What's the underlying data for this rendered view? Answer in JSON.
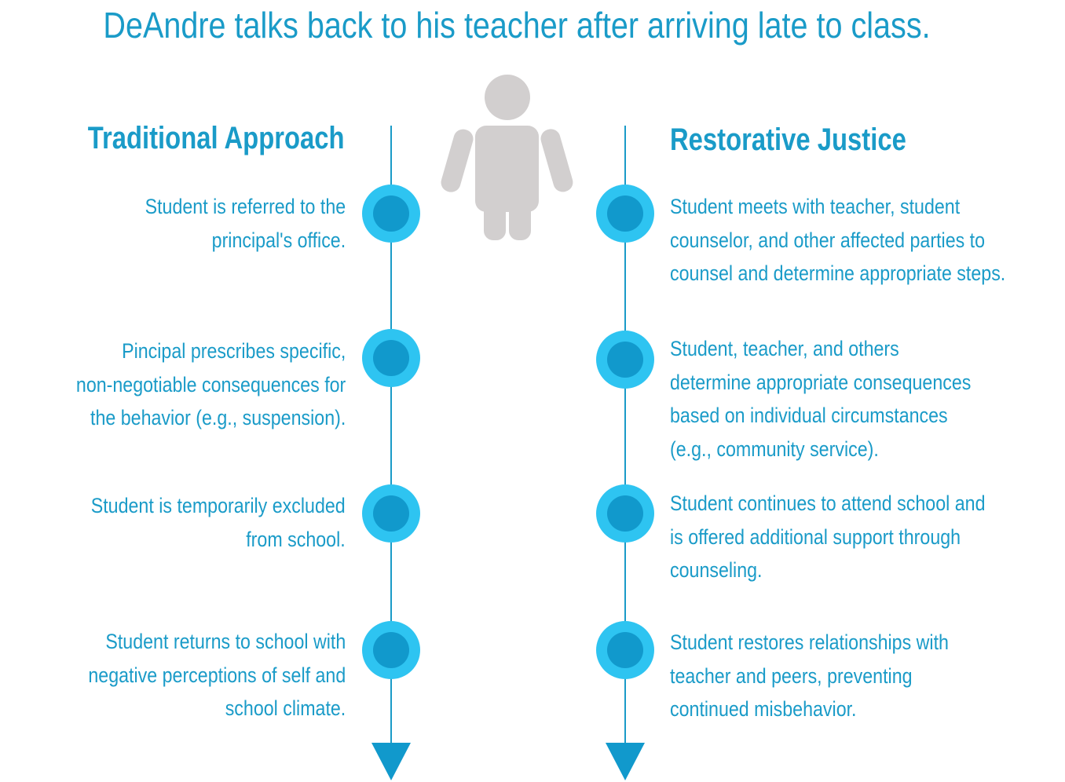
{
  "title": "DeAndre talks back to his teacher after arriving late to class.",
  "colors": {
    "text": "#1a9bc8",
    "line": "#1a9bc8",
    "node_outer": "#2ec4f1",
    "node_inner": "#1199cc",
    "arrow": "#1199cc",
    "person": "#d2cfcf"
  },
  "icons": {
    "person": "person-icon",
    "node": "circle-node-icon",
    "arrow": "down-arrow-icon"
  },
  "traditional": {
    "heading": "Traditional Approach",
    "steps": [
      [
        "Student is referred to the",
        "principal's office."
      ],
      [
        "Pincipal prescribes specific,",
        "non-negotiable consequences for",
        "the behavior (e.g., suspension)."
      ],
      [
        "Student is temporarily excluded",
        "from school."
      ],
      [
        "Student returns to school with",
        "negative perceptions of self and",
        "school climate."
      ]
    ]
  },
  "restorative": {
    "heading": "Restorative Justice",
    "steps": [
      [
        "Student meets with teacher, student",
        "counselor, and other affected parties to",
        "counsel and determine appropriate steps."
      ],
      [
        "Student, teacher, and others",
        "determine appropriate consequences",
        "based on individual circumstances",
        "(e.g., community service)."
      ],
      [
        "Student continues to attend school and",
        "is offered additional support through",
        "counseling."
      ],
      [
        "Student restores relationships with",
        "teacher and peers, preventing",
        "continued misbehavior."
      ]
    ]
  }
}
